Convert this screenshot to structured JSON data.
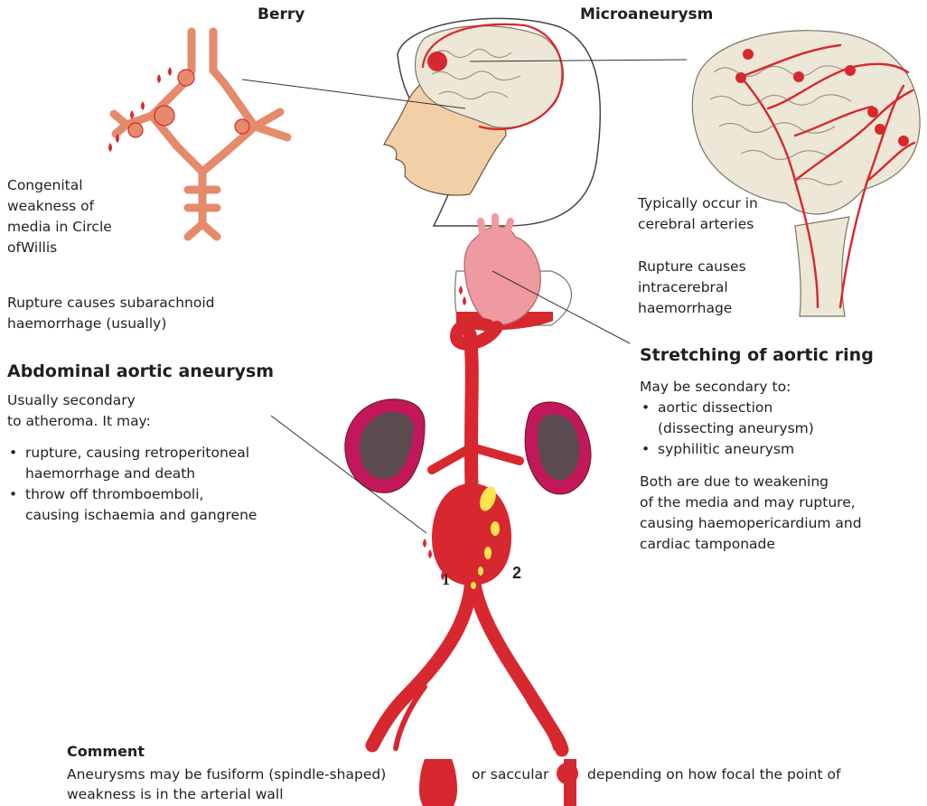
{
  "colors": {
    "artery": "#d7282f",
    "berry_vessel": "#e58a6b",
    "brain": "#ece7d6",
    "skin": "#f2cfa6",
    "heart": "#ef9aa0",
    "kidney_outer": "#c2185b",
    "kidney_inner": "#5b4a4f",
    "plaque": "#ffe44d"
  },
  "berry": {
    "title": "Berry",
    "description": "Congenital\nweakness of\nmedia in Circle\nofWillis",
    "rupture": "Rupture causes subarachnoid\nhaemorrhage (usually)"
  },
  "micro": {
    "title": "Microaneurysm",
    "occur": "Typically occur in\ncerebral arteries",
    "rupture": "Rupture causes\nintracerebral\nhaemorrhage"
  },
  "aortic_ring": {
    "title": "Stretching of aortic ring",
    "intro": "May be secondary to:",
    "items": [
      "aortic dissection\n(dissecting aneurysm)",
      "syphilitic aneurysm"
    ],
    "conclusion": "Both are due to weakening\nof the media and may rupture,\ncausing haemopericardium and\ncardiac tamponade"
  },
  "abdominal": {
    "title": "Abdominal aortic aneurysm",
    "intro": "Usually secondary\nto atheroma. It may:",
    "items": [
      "rupture, causing retroperitoneal\nhaemorrhage and death",
      "throw off thromboemboli,\ncausing ischaemia and gangrene"
    ]
  },
  "markers": {
    "one": "1",
    "two": "2"
  },
  "comment": {
    "title": "Comment",
    "part1": "Aneurysms may be fusiform (spindle-shaped)",
    "part2": "weakness is in the arterial wall",
    "part3": "or saccular",
    "part4": "depending on how focal the point of"
  }
}
